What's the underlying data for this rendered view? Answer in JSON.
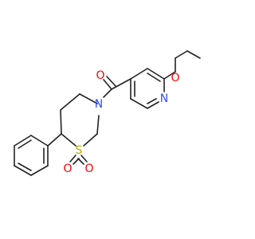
{
  "molecule": {
    "colors": {
      "bond": "#222222",
      "oxygen": "#ff0000",
      "nitrogen": "#3050f8",
      "sulfur": "#b8a800"
    },
    "atoms": {
      "carbonyl_oxygen": "O",
      "ring_nitrogen": "N",
      "pyridine_nitrogen": "N",
      "ether_oxygen": "O",
      "sulfur": "S",
      "sulfonyl_oxygen_left": "O",
      "sulfonyl_oxygen_right": "O"
    }
  }
}
